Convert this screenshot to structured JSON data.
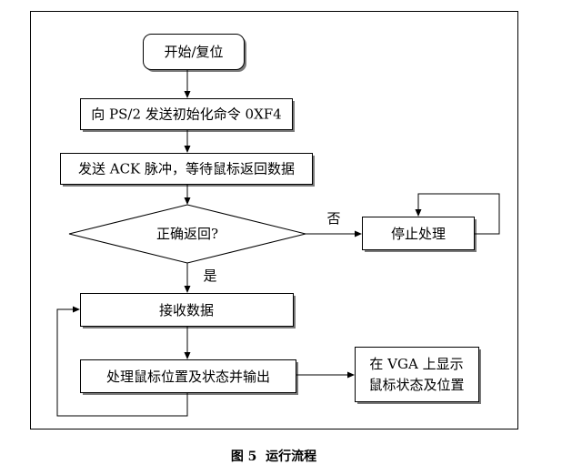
{
  "flowchart": {
    "start": "开始/复位",
    "step_init": "向 PS/2 发送初始化命令 0XF4",
    "step_ack": "发送 ACK 脉冲，等待鼠标返回数据",
    "decision": "正确返回?",
    "label_no": "否",
    "label_yes": "是",
    "stop": "停止处理",
    "receive": "接收数据",
    "process": "处理鼠标位置及状态并输出",
    "display_line1": "在 VGA 上显示",
    "display_line2": "鼠标状态及位置"
  },
  "caption": "图 5  运行流程"
}
